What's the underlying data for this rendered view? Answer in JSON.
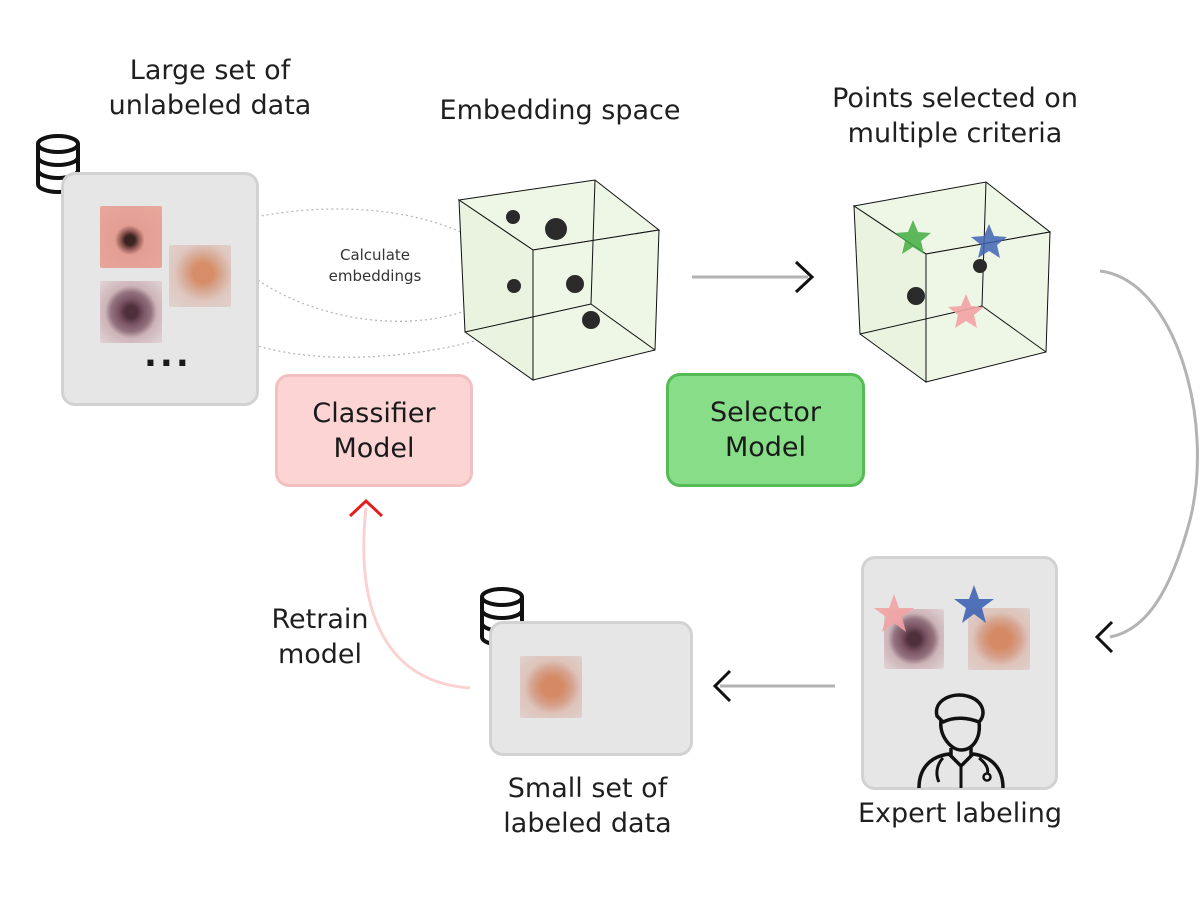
{
  "titles": {
    "unlabeled": [
      "Large set of",
      "unlabeled data"
    ],
    "embedding": "Embedding space",
    "selected": [
      "Points selected on",
      "multiple criteria"
    ],
    "calculate": [
      "Calculate",
      "embeddings"
    ],
    "expert": "Expert labeling",
    "labeled": [
      "Small set of",
      "labeled data"
    ],
    "retrain": [
      "Retrain",
      "model"
    ]
  },
  "unlabeled_panel": {
    "ellipsis": "..."
  },
  "classifier_model": {
    "lines": [
      "Classifier",
      "Model"
    ],
    "fill": "#fcd4d4",
    "border": "#f2c0c0"
  },
  "selector_model": {
    "lines": [
      "Selector",
      "Model"
    ],
    "fill": "#88dd88",
    "border": "#55bb55"
  },
  "colors": {
    "arrow_gray": "#b3b3b3",
    "retrain_arrow": "#fbd2d2",
    "classifier_arrowhead": "#e21f1f",
    "cube_fill": "#eef6e6",
    "star_green": "#43ad43",
    "star_blue": "#3f64b4",
    "star_pink": "#f2a3a3"
  },
  "icons": [
    "database-icon",
    "doctor-icon",
    "star-icon",
    "chevron-icon"
  ]
}
